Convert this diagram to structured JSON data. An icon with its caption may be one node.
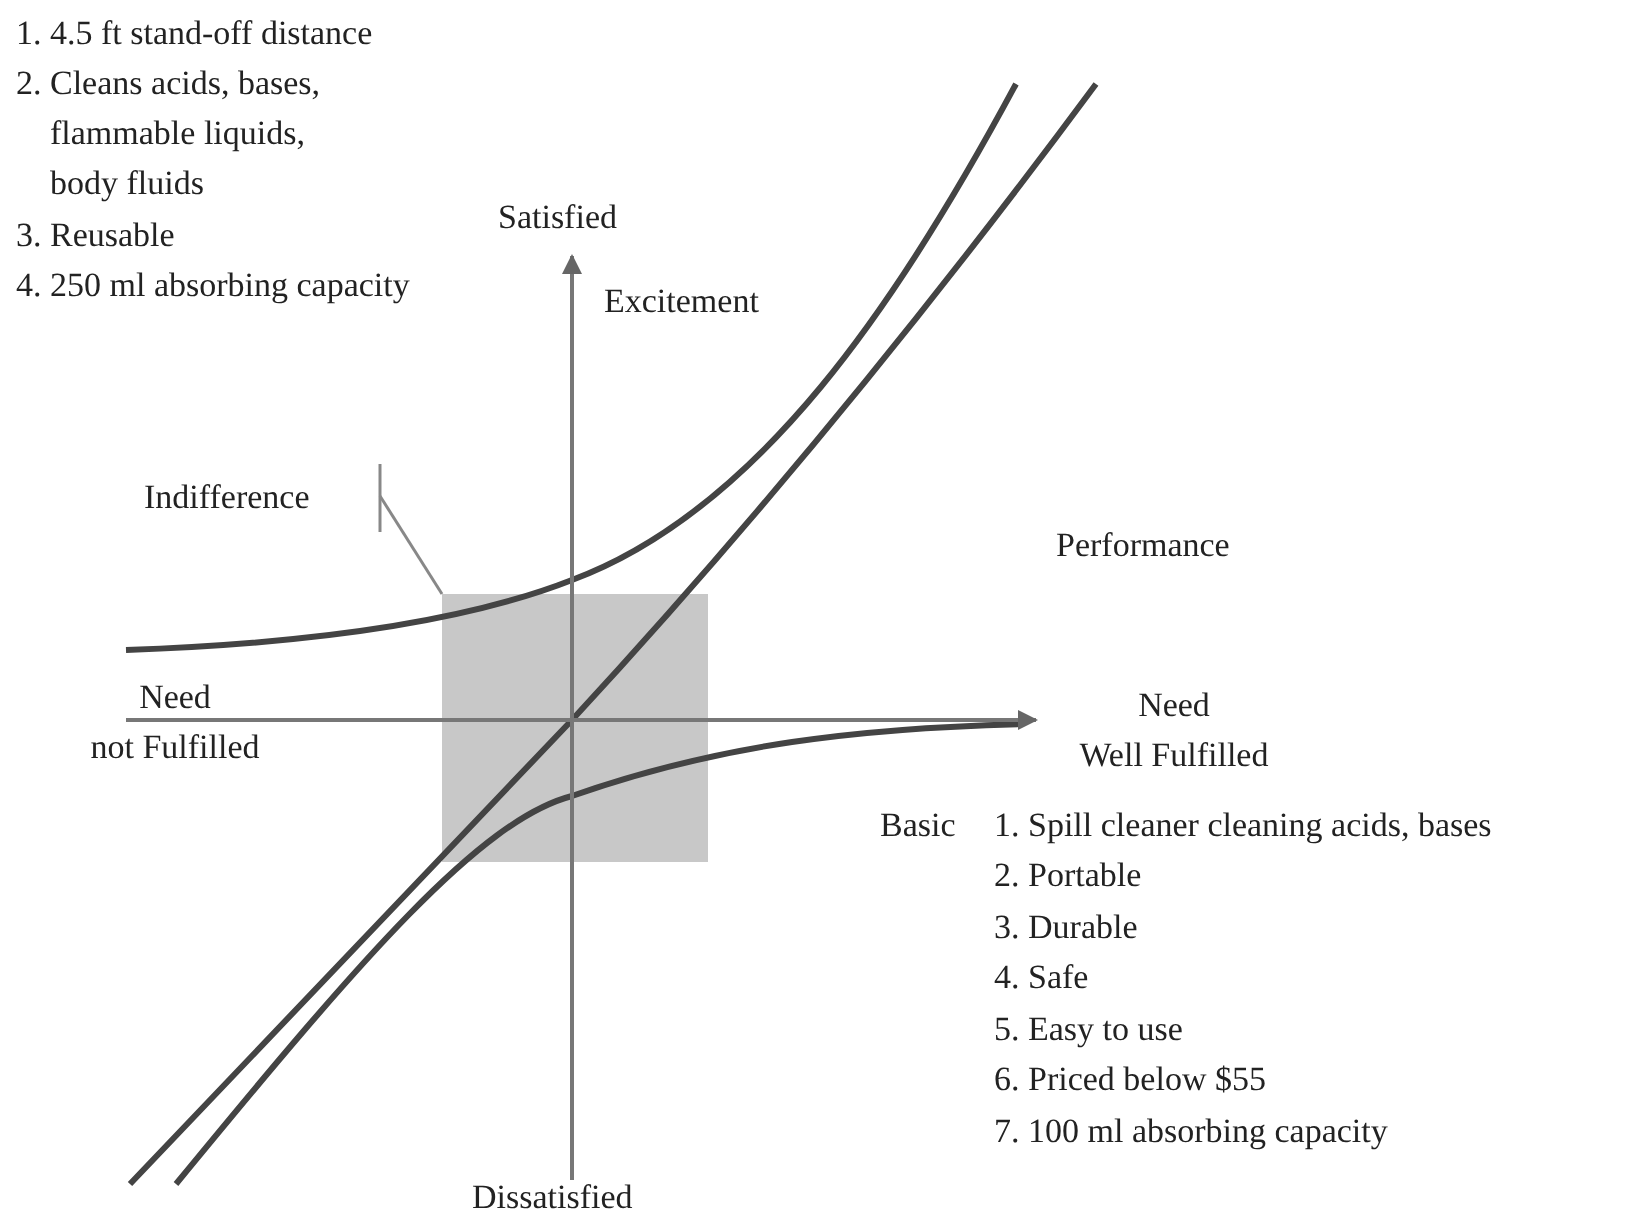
{
  "diagram": {
    "nodes": [
      {
        "text": [
          "Indifference"
        ]
      },
      {
        "text": [],
        "shape": "box"
      }
    ],
    "edges": [
      {
        "from": 0,
        "to": 1,
        "arrow": "none"
      }
    ],
    "labels": [
      "1. 4.5 ft stand-off distance",
      "2. Cleans acids, bases, flammable liquids, body fluids",
      "3. Reusable",
      "Satisfied",
      "4. 250 ml absorbing capacity",
      "Excitement",
      "Performance",
      "Need not Fulfilled",
      "Need Well Fulfilled",
      "Basic",
      "1. Spill cleaner cleaning acids, bases",
      "2. Portable",
      "3. Durable",
      "4. Safe",
      "5. Easy to use",
      "6. Priced below $55",
      "7. 100 ml absorbing capacity",
      "Dissatisfied"
    ]
  }
}
